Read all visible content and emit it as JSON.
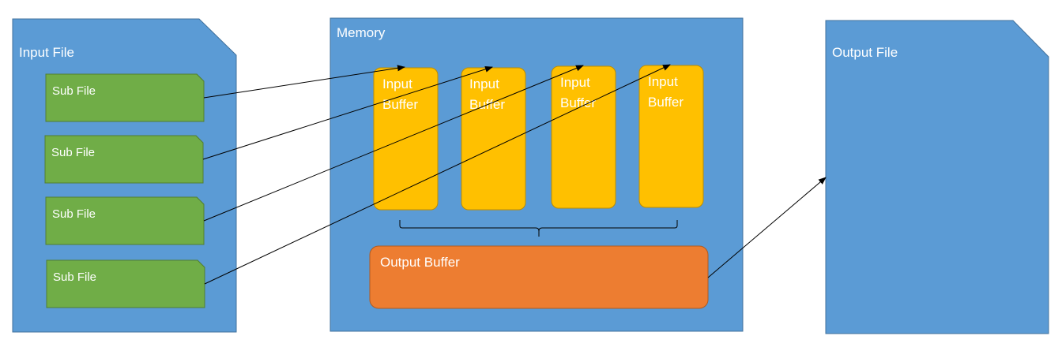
{
  "input_file": {
    "label": "Input File"
  },
  "sub_files": [
    {
      "label": "Sub File"
    },
    {
      "label": "Sub File"
    },
    {
      "label": "Sub File"
    },
    {
      "label": "Sub File"
    }
  ],
  "memory": {
    "label": "Memory"
  },
  "input_buffers": [
    {
      "line1": "Input",
      "line2": "Buffer"
    },
    {
      "line1": "Input",
      "line2": "Buffer"
    },
    {
      "line1": "Input",
      "line2": "Buffer"
    },
    {
      "line1": "Input",
      "line2": "Buffer"
    }
  ],
  "output_buffer": {
    "label": "Output Buffer"
  },
  "output_file": {
    "label": "Output File"
  },
  "colors": {
    "file_blue": "#5b9bd5",
    "file_border": "#41719c",
    "sub_file_green": "#70ad47",
    "sub_file_border": "#507e32",
    "input_buffer_gold": "#ffc000",
    "input_buffer_border": "#bc8c00",
    "output_buffer_orange": "#ed7d31",
    "output_buffer_border": "#ae5a21",
    "arrow": "#000000"
  }
}
